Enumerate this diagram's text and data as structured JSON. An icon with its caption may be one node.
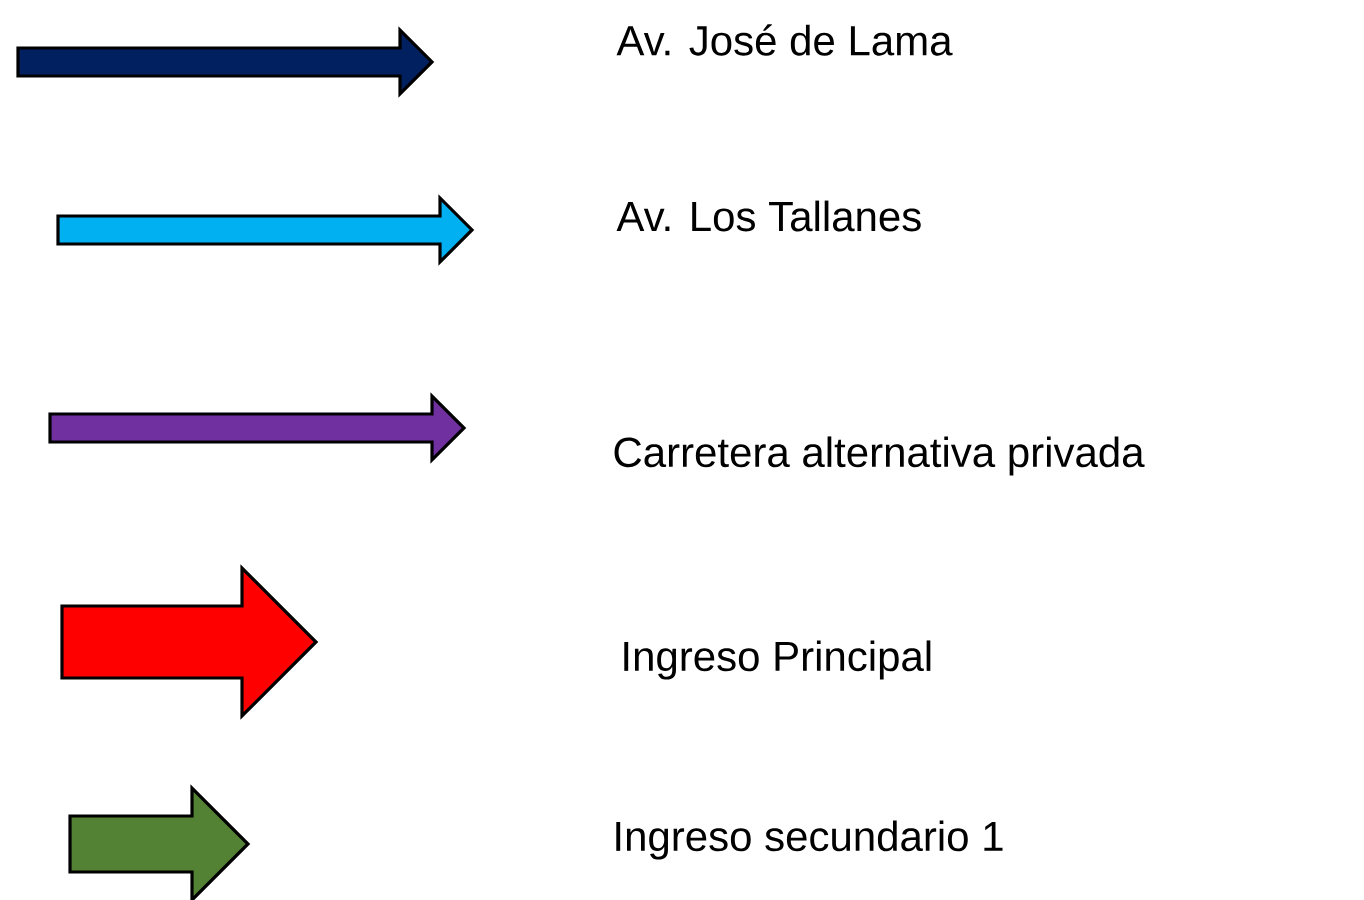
{
  "diagram": {
    "legend": [
      {
        "text": "Av. José de Lama",
        "color": "#002060"
      },
      {
        "text": "Av. Los Tallanes",
        "color": "#00b0f0"
      },
      {
        "text": "Carretera alternativa privada",
        "color": "#7030a0"
      },
      {
        "text": "Ingreso Principal",
        "color": "#ff0000"
      },
      {
        "text": "Ingreso secundario 1",
        "color": "#548235"
      }
    ]
  }
}
